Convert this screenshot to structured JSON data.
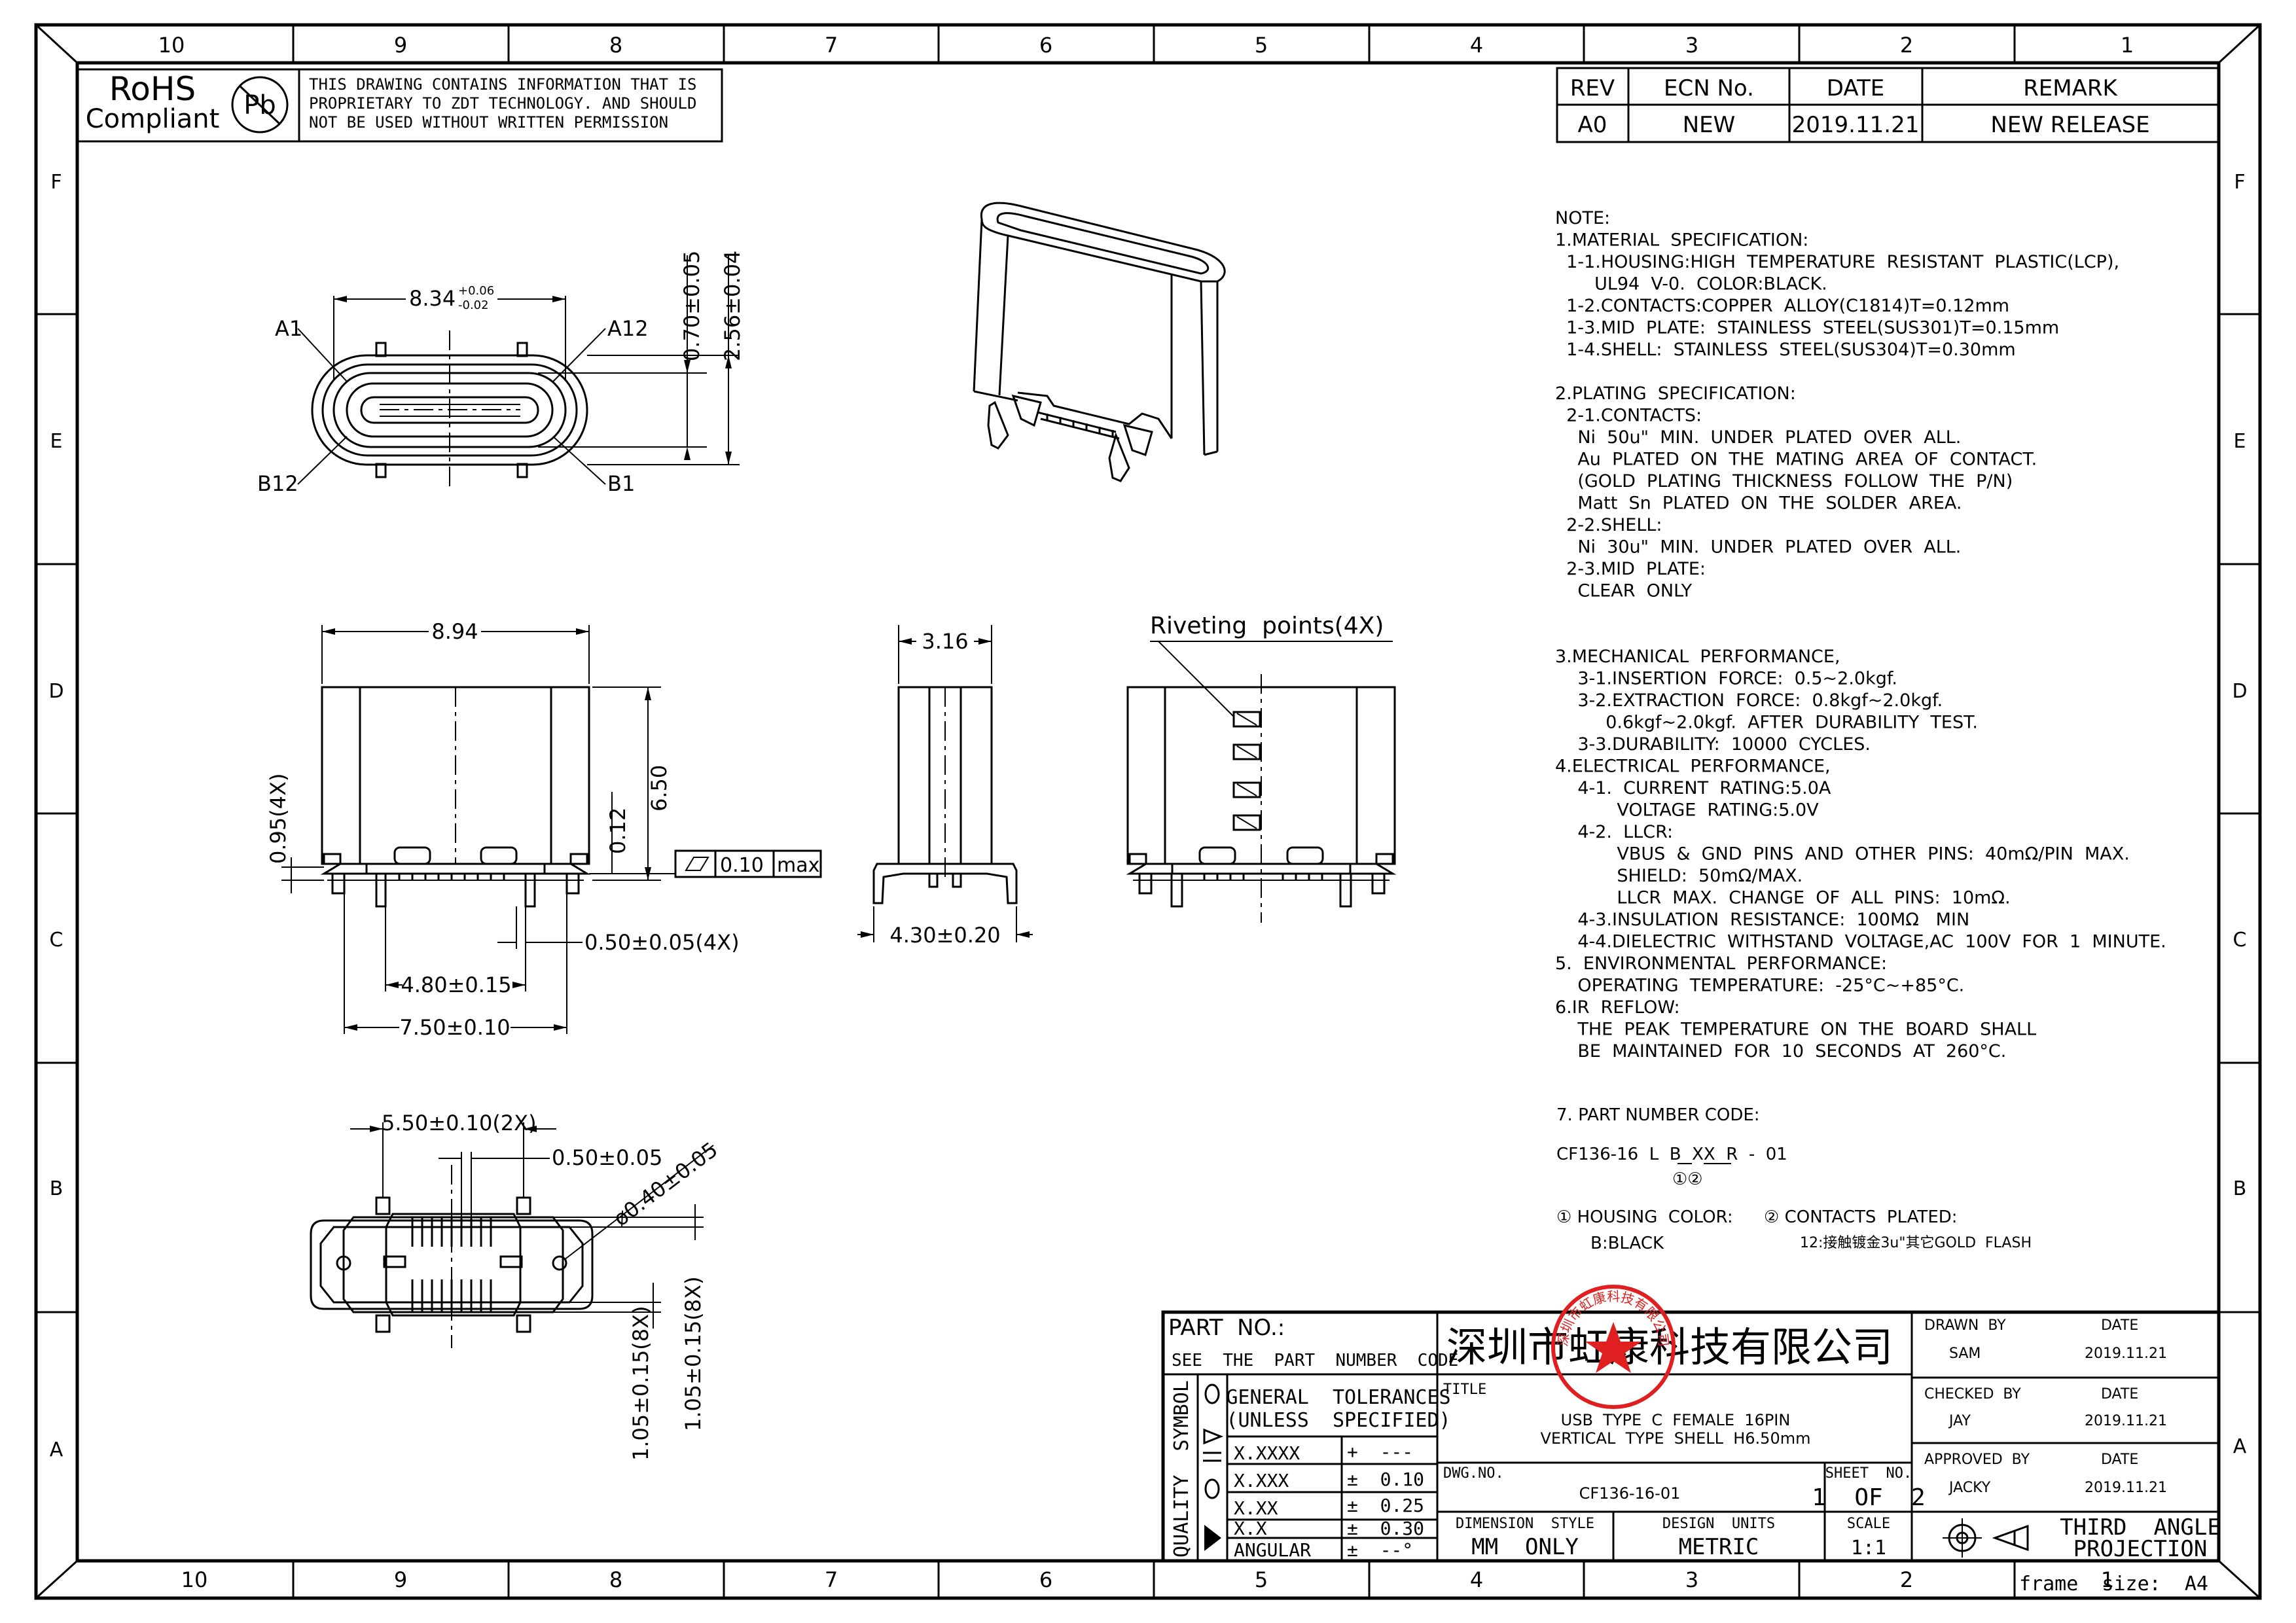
{
  "frame": {
    "columns_top": [
      "10",
      "9",
      "8",
      "7",
      "6",
      "5",
      "4",
      "3",
      "2",
      "1"
    ],
    "columns_bottom": [
      "10",
      "9",
      "8",
      "7",
      "6",
      "5",
      "4",
      "3",
      "2",
      "1"
    ],
    "rows": [
      "F",
      "E",
      "D",
      "C",
      "B",
      "A"
    ]
  },
  "header": {
    "rohs": "RoHS",
    "compliant": "Compliant",
    "pb": "Pb",
    "proprietary": [
      "THIS DRAWING CONTAINS INFORMATION THAT IS",
      "PROPRIETARY TO  ZDT TECHNOLOGY. AND SHOULD",
      "NOT BE USED WITHOUT WRITTEN PERMISSION"
    ]
  },
  "revision": {
    "headers": [
      "REV",
      "ECN No.",
      "DATE",
      "REMARK"
    ],
    "rows": [
      [
        "A0",
        "NEW",
        "2019.11.21",
        "NEW RELEASE"
      ]
    ]
  },
  "notes": [
    "NOTE:",
    "1.MATERIAL  SPECIFICATION:",
    "  1-1.HOUSING:HIGH  TEMPERATURE  RESISTANT  PLASTIC(LCP),",
    "       UL94  V-0.  COLOR:BLACK.",
    "  1-2.CONTACTS:COPPER  ALLOY(C1814)T=0.12mm",
    "  1-3.MID  PLATE:  STAINLESS  STEEL(SUS301)T=0.15mm",
    "  1-4.SHELL:  STAINLESS  STEEL(SUS304)T=0.30mm",
    "",
    "2.PLATING  SPECIFICATION:",
    "  2-1.CONTACTS:",
    "    Ni  50u\"  MIN.  UNDER  PLATED  OVER  ALL.",
    "    Au  PLATED  ON  THE  MATING  AREA  OF  CONTACT.",
    "    (GOLD  PLATING  THICKNESS  FOLLOW  THE  P/N)",
    "    Matt  Sn  PLATED  ON  THE  SOLDER  AREA.",
    "  2-2.SHELL:",
    "    Ni  30u\"  MIN.  UNDER  PLATED  OVER  ALL.",
    "  2-3.MID  PLATE:",
    "    CLEAR  ONLY",
    "",
    "",
    "3.MECHANICAL  PERFORMANCE,",
    "    3-1.INSERTION  FORCE:  0.5~2.0kgf.",
    "    3-2.EXTRACTION  FORCE:  0.8kgf~2.0kgf.",
    "         0.6kgf~2.0kgf.  AFTER  DURABILITY  TEST.",
    "    3-3.DURABILITY:  10000  CYCLES.",
    "4.ELECTRICAL  PERFORMANCE,",
    "    4-1.  CURRENT  RATING:5.0A",
    "           VOLTAGE  RATING:5.0V",
    "    4-2.  LLCR:",
    "           VBUS  &  GND  PINS  AND  OTHER  PINS:  40mΩ/PIN  MAX.",
    "           SHIELD:  50mΩ/MAX.",
    "           LLCR  MAX.  CHANGE  OF  ALL  PINS:  10mΩ.",
    "    4-3.INSULATION  RESISTANCE:  100MΩ   MIN",
    "    4-4.DIELECTRIC  WITHSTAND  VOLTAGE,AC  100V  FOR  1  MINUTE.",
    "5.  ENVIRONMENTAL  PERFORMANCE:",
    "    OPERATING  TEMPERATURE:  -25°C~+85°C.",
    "6.IR  REFLOW:",
    "    THE  PEAK  TEMPERATURE  ON  THE  BOARD  SHALL",
    "    BE  MAINTAINED  FOR  10  SECONDS  AT  260°C."
  ],
  "part_number": {
    "heading": "7.  PART  NUMBER  CODE:",
    "code": "CF136-16  L  B  XX  R  -  01",
    "markers": "①②",
    "legend1": "① HOUSING  COLOR:",
    "legend1_value": "B:BLACK",
    "legend2": "② CONTACTS  PLATED:",
    "legend2_value": "12:接触镀金3u\"其它GOLD  FLASH"
  },
  "dims": {
    "front_width": "8.34",
    "front_tol_plus": "+0.06",
    "front_tol_minus": "-0.02",
    "a1": "A1",
    "a12": "A12",
    "b12": "B12",
    "b1": "B1",
    "d070": "0.70±0.05",
    "d256": "2.56±0.04",
    "d894": "8.94",
    "d650": "6.50",
    "d012": "0.12",
    "d095": "0.95(4X)",
    "flat_tol": "0.10",
    "flat_max": "max",
    "d050_4x": "0.50±0.05(4X)",
    "d480": "4.80±0.15",
    "d750": "7.50±0.10",
    "d316": "3.16",
    "d430": "4.30±0.20",
    "riveting": "Riveting  points(4X)",
    "d550": "5.50±0.10(2X)",
    "d050": "0.50±0.05",
    "d040": "ø0.40±0.05",
    "d105a": "1.05±0.15(8X)",
    "d105b": "1.05±0.15(8X)"
  },
  "title_block": {
    "part_no_label": "PART  NO.:",
    "see_part": "SEE  THE  PART  NUMBER  CODE",
    "company": "深圳市虹康科技有限公司",
    "stamp_text": "深圳市虹康科技有限公司",
    "quality_symbol": "QUALITY  SYMBOL",
    "gen_tol_1": "GENERAL  TOLERANCES",
    "gen_tol_2": "(UNLESS  SPECIFIED)",
    "tolerances": [
      {
        "fmt": "X.XXXX",
        "val": "+  ---"
      },
      {
        "fmt": "X.XXX",
        "val": "±  0.10"
      },
      {
        "fmt": "X.XX",
        "val": "±  0.25"
      },
      {
        "fmt": "X.X",
        "val": "±  0.30"
      },
      {
        "fmt": "ANGULAR",
        "val": "±  --°"
      }
    ],
    "title_label": "TITLE",
    "title_1": "USB  TYPE  C  FEMALE  16PIN",
    "title_2": "VERTICAL  TYPE  SHELL  H6.50mm",
    "dwg_label": "DWG.NO.",
    "dwg_no": "CF136-16-01",
    "sheet_label": "SHEET  NO.",
    "sheet": "1  OF  2",
    "dim_style_label": "DIMENSION  STYLE",
    "dim_style": "MM  ONLY",
    "design_units_label": "DESIGN  UNITS",
    "design_units": "METRIC",
    "scale_label": "SCALE",
    "scale": "1:1",
    "drawn_by_label": "DRAWN  BY",
    "drawn_by": "SAM",
    "checked_by_label": "CHECKED  BY",
    "checked_by": "JAY",
    "approved_by_label": "APPROVED  BY",
    "approved_by": "JACKY",
    "date_label": "DATE",
    "date": "2019.11.21",
    "projection_1": "THIRD  ANGLE",
    "projection_2": "PROJECTION",
    "frame_size": "frame  size:  A4"
  }
}
